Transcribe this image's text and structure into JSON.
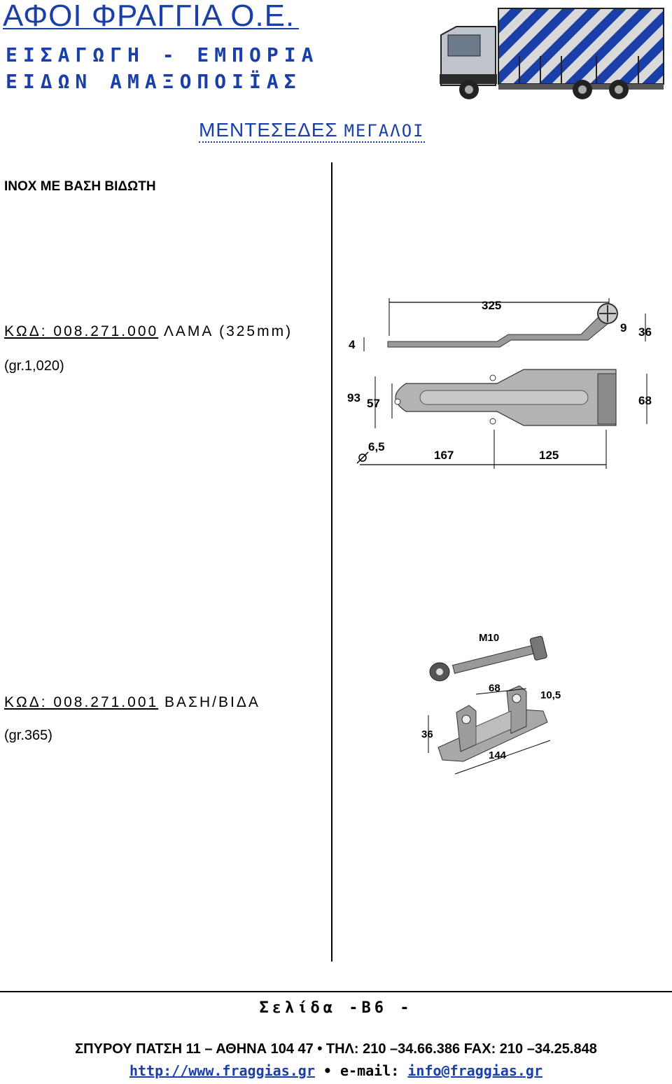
{
  "header": {
    "company": "ΑΦΟΙ ΦΡΑΓΓΙΑ Ο.Ε.",
    "tagline_line1": "ΕΙΣΑΓΩΓΗ - ΕΜΠΟΡΙΑ",
    "tagline_line2": "ΕΙΔΩΝ ΑΜΑΞΟΠΟΙΪΑΣ"
  },
  "section": {
    "title_part1": "ΜΕΝΤΕΣΕΔΕΣ",
    "title_part2": "ΜΕΓΑΛΟΙ",
    "subtitle": "ΙΝΟΧ ΜΕ ΒΑΣΗ ΒΙΔΩΤΗ"
  },
  "products": [
    {
      "code_label": "ΚΩΔ: 008.271.000",
      "name": " ΛΑΜΑ (325mm)",
      "weight": "(gr.1,020)"
    },
    {
      "code_label": "ΚΩΔ: 008.271.001",
      "name": " ΒΑΣΗ/ΒΙΔΑ",
      "weight": "(gr.365)"
    }
  ],
  "drawing1_dims": {
    "length": "325",
    "thickness": "4",
    "d9": "9",
    "d36": "36",
    "d93": "93",
    "d57": "57",
    "d68": "68",
    "hole": "6,5",
    "d167": "167",
    "d125": "125"
  },
  "drawing2_dims": {
    "bolt": "M10",
    "d68": "68",
    "hole": "10,5",
    "d36": "36",
    "d144": "144"
  },
  "footer": {
    "page": "Σελίδα -Β6 -",
    "address": "ΣΠΥΡΟΥ ΠΑΤΣΗ 11 – ΑΘΗΝΑ 104 47 • ΤΗΛ: 210 –34.66.386 FAX: 210 –34.25.848",
    "website": "http://www.fraggias.gr",
    "email_label": "e-mail:",
    "email": "info@fraggias.gr"
  },
  "colors": {
    "brand": "#1a3fa8"
  }
}
